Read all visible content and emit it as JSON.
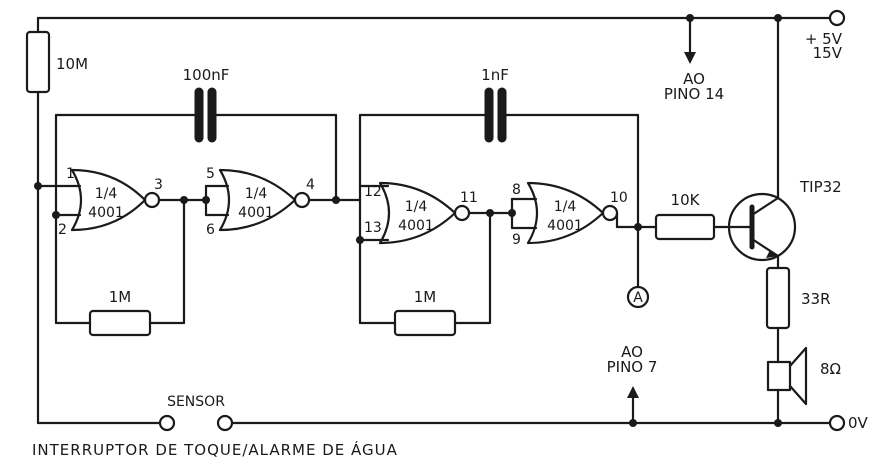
{
  "title": "INTERRUPTOR DE TOQUE/ALARME DE ÁGUA",
  "power": {
    "plus_line1": "+ 5V",
    "plus_line2": "15V",
    "ground": "0V"
  },
  "notes": {
    "pin14_line1": "AO",
    "pin14_line2": "PINO 14",
    "pin7_line1": "AO",
    "pin7_line2": "PINO 7"
  },
  "components": {
    "r_top": "10M",
    "c1": "100nF",
    "c2": "1nF",
    "r_fb1": "1M",
    "r_fb2": "1M",
    "r_base": "10K",
    "transistor": "TIP32",
    "r_spk": "33R",
    "speaker": "8Ω",
    "sensor": "SENSOR",
    "test_point": "A"
  },
  "gates": [
    {
      "label1": "1/4",
      "label2": "4001",
      "in_a": "1",
      "in_b": "2",
      "out": "3"
    },
    {
      "label1": "1/4",
      "label2": "4001",
      "in_a": "5",
      "in_b": "6",
      "out": "4"
    },
    {
      "label1": "1/4",
      "label2": "4001",
      "in_a": "12",
      "in_b": "13",
      "out": "11"
    },
    {
      "label1": "1/4",
      "label2": "4001",
      "in_a": "8",
      "in_b": "9",
      "out": "10"
    }
  ]
}
